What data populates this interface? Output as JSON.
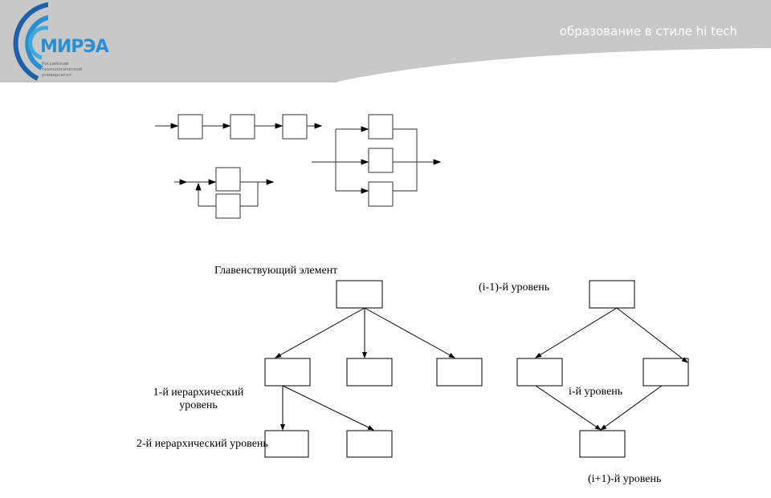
{
  "header": {
    "tagline": "образование в стиле hi tech",
    "logo": {
      "name": "МИРЭА",
      "subtitle": "Российский технологический университет"
    }
  },
  "hierarchy": {
    "root_label": "Главенствующий элемент",
    "level1_label": "1-й иерархический уровень",
    "level2_label": "2-й иерархический уровень"
  },
  "levels": {
    "upper": "(i-1)-й уровень",
    "middle": "i-й уровень",
    "lower": "(i+1)-й уровень"
  }
}
